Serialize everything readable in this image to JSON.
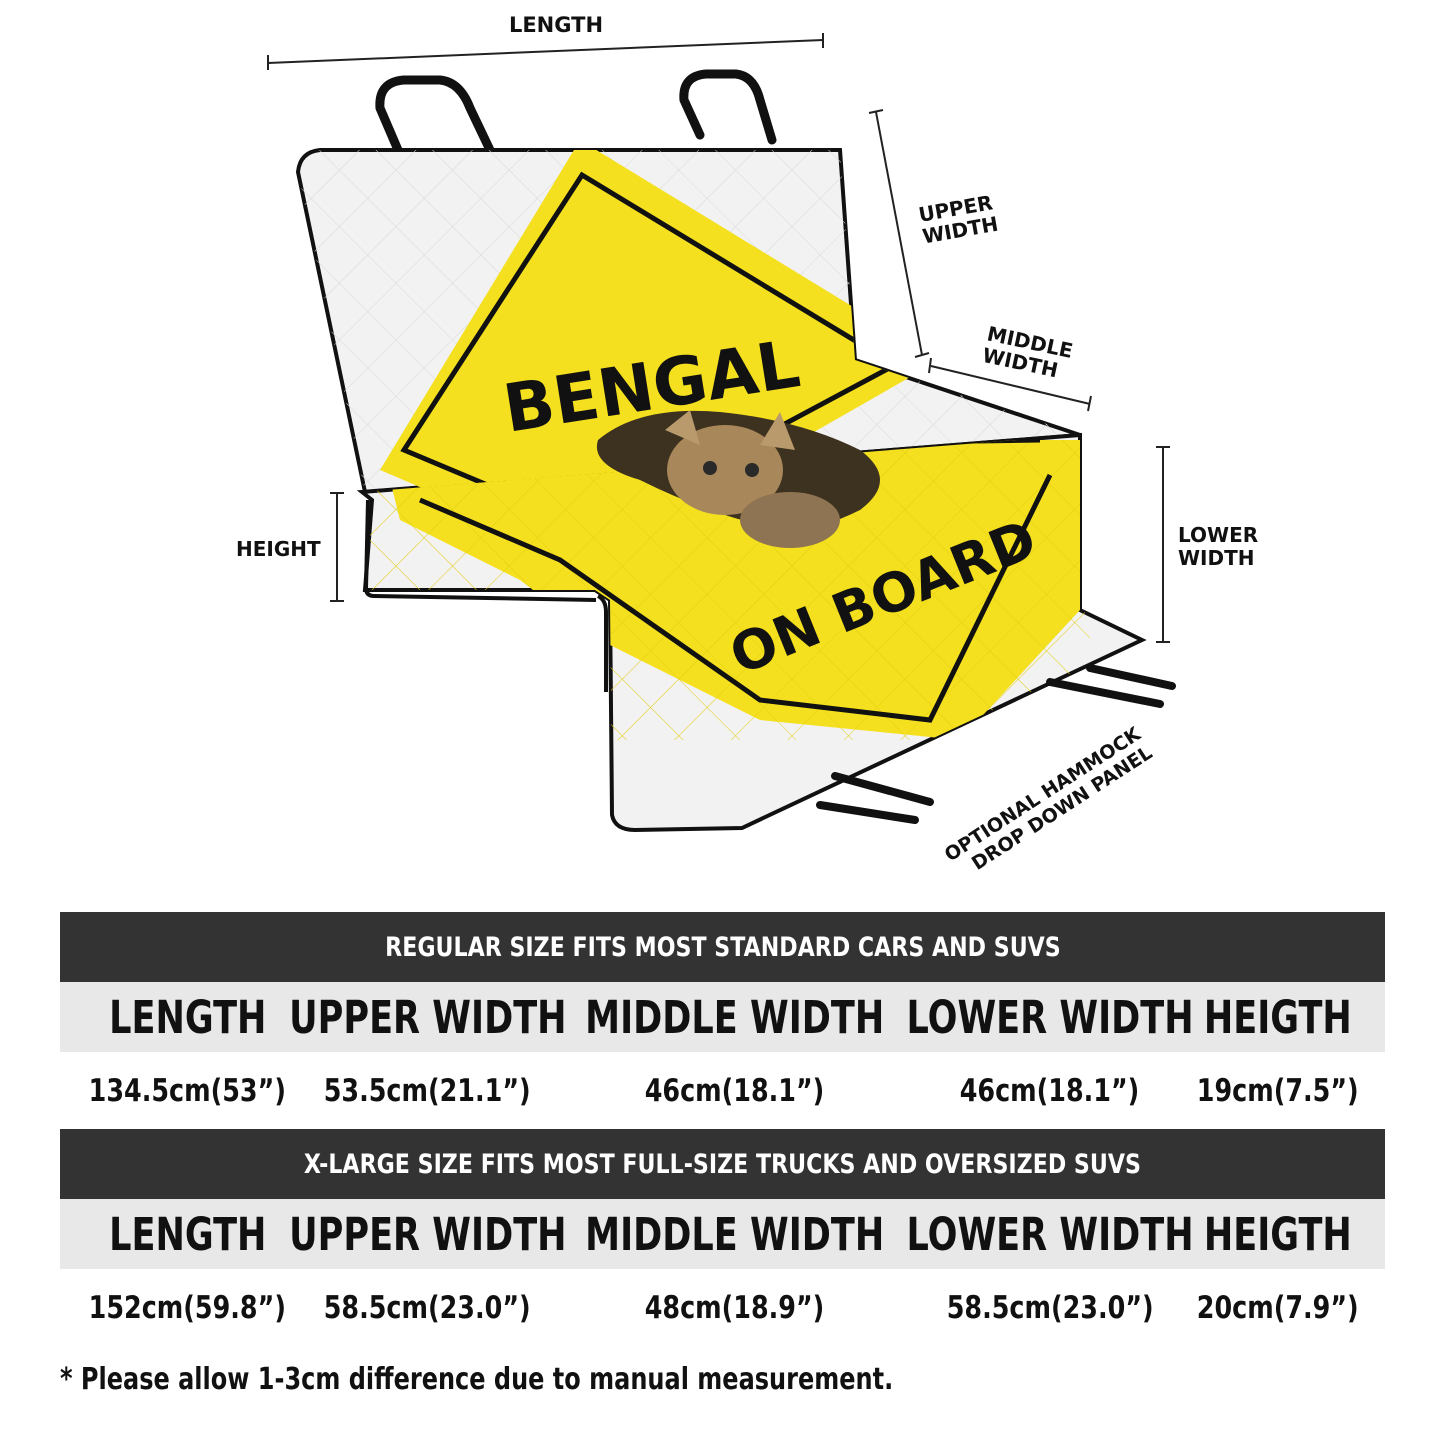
{
  "diagram": {
    "labels": {
      "length": "LENGTH",
      "upper_width_l1": "UPPER",
      "upper_width_l2": "WIDTH",
      "middle_width_l1": "MIDDLE",
      "middle_width_l2": "WIDTH",
      "lower_width_l1": "LOWER",
      "lower_width_l2": "WIDTH",
      "height": "HEIGHT",
      "hammock_l1": "OPTIONAL HAMMOCK",
      "hammock_l2": "DROP DOWN PANEL"
    },
    "sign": {
      "top_text": "BENGAL",
      "bottom_text": "ON BOARD",
      "sign_color": "#f4e01e",
      "cover_color": "#f2f2f2",
      "image_subject": "bengal-kitten-photo"
    }
  },
  "sizes": [
    {
      "title": "REGULAR SIZE FITS MOST STANDARD CARS AND SUVS",
      "headers": [
        "LENGTH",
        "UPPER WIDTH",
        "MIDDLE WIDTH",
        "LOWER WIDTH",
        "HEIGTH"
      ],
      "values": [
        "134.5cm(53”)",
        "53.5cm(21.1”)",
        "46cm(18.1”)",
        "46cm(18.1”)",
        "19cm(7.5”)"
      ]
    },
    {
      "title": "X-LARGE SIZE FITS MOST FULL-SIZE TRUCKS AND OVERSIZED SUVS",
      "headers": [
        "LENGTH",
        "UPPER WIDTH",
        "MIDDLE WIDTH",
        "LOWER WIDTH",
        "HEIGTH"
      ],
      "values": [
        "152cm(59.8”)",
        "58.5cm(23.0”)",
        "48cm(18.9”)",
        "58.5cm(23.0”)",
        "20cm(7.9”)"
      ]
    }
  ],
  "footnote": "* Please allow 1-3cm difference due to manual measurement.",
  "colors": {
    "band_bg": "#333333",
    "header_bg": "#e8e8e8",
    "text": "#111111"
  }
}
